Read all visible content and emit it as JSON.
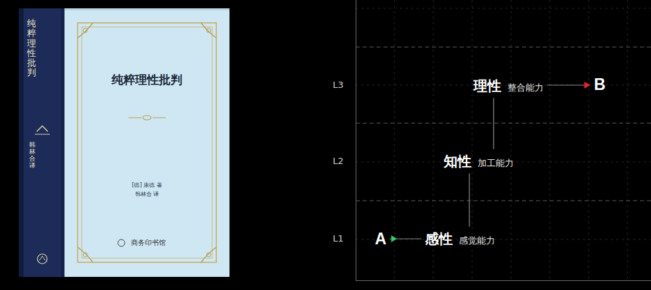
{
  "diagram": {
    "nodes": [
      {
        "text": [
          "A"
        ]
      },
      {
        "text": [
          "感性",
          "感觉能力"
        ]
      },
      {
        "text": [
          "知性",
          "加工能力"
        ]
      },
      {
        "text": [
          "理性",
          "整合能力"
        ]
      },
      {
        "text": [
          "B"
        ]
      }
    ],
    "edges": [
      {
        "from": 0,
        "to": 1,
        "arrow": "none"
      },
      {
        "from": 1,
        "to": 2,
        "arrow": "none"
      },
      {
        "from": 2,
        "to": 3,
        "arrow": "none"
      },
      {
        "from": 3,
        "to": 4,
        "arrow": "to"
      }
    ],
    "labels": [
      "纯粹理性批判",
      "韩林合 译",
      "纯粹理性批判",
      "[德] 康德 著",
      "韩林合 译",
      "商务印书馆",
      "L3",
      "L2",
      "L1"
    ]
  }
}
